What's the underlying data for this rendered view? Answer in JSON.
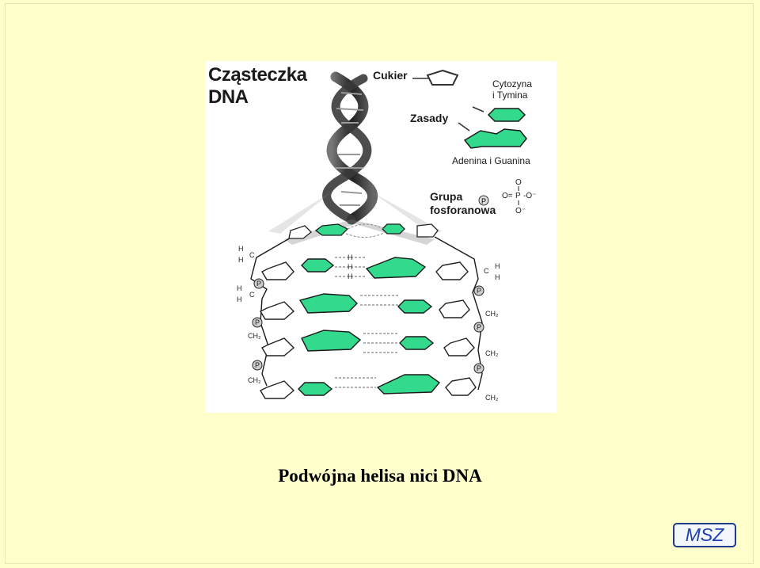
{
  "figure": {
    "title": "Cząsteczka\nDNA",
    "labels": {
      "cukier": "Cukier",
      "cytozyna": "Cytozyna\ni Tymina",
      "zasady": "Zasady",
      "adenina": "Adenina i Guanina",
      "grupa": "Grupa\nfosforanowa"
    },
    "phosphate_formula": {
      "p": "P",
      "o": "O",
      "o_minus": "O⁻"
    },
    "chem_labels": {
      "h": "H",
      "c": "C",
      "ch2": "CH₂",
      "p_circle": "P"
    },
    "colors": {
      "base_green": "#33d98c",
      "outline": "#1a1a1a",
      "helix_dark": "#2a2a2a"
    }
  },
  "caption": "Podwójna helisa nici DNA",
  "badge": "MSZ"
}
